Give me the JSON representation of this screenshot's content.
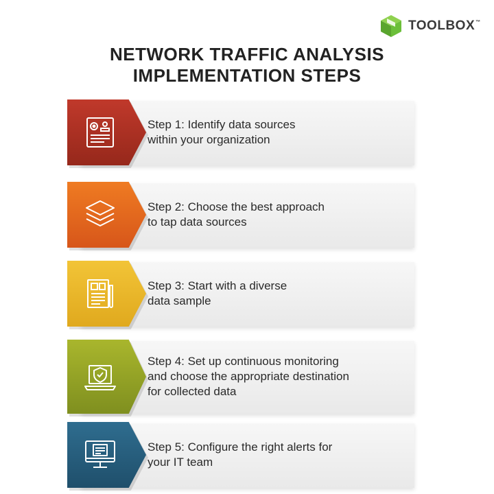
{
  "logo": {
    "text_a": "TOOL",
    "text_b": "BOX",
    "tm": "™",
    "color": "#6cbf3a"
  },
  "title": {
    "line1": "NETWORK TRAFFIC ANALYSIS",
    "line2": "IMPLEMENTATION STEPS"
  },
  "steps": [
    {
      "line1": "Step 1: Identify data sources",
      "line2": "within your organization",
      "line3": "",
      "icon": "document-settings-icon",
      "color": "#b03327"
    },
    {
      "line1": "Step 2: Choose the best approach",
      "line2": "to tap data sources",
      "line3": "",
      "icon": "layers-icon",
      "color": "#e86a1f"
    },
    {
      "line1": "Step 3: Start with a diverse",
      "line2": "data sample",
      "line3": "",
      "icon": "report-sheet-icon",
      "color": "#edbb2c"
    },
    {
      "line1": "Step 4: Set up continuous monitoring",
      "line2": "and choose the appropriate destination",
      "line3": "for collected data",
      "icon": "shield-laptop-icon",
      "color": "#99a628"
    },
    {
      "line1": "Step 5: Configure the right alerts for",
      "line2": "your IT team",
      "line3": "",
      "icon": "monitor-alert-icon",
      "color": "#28607f"
    }
  ]
}
